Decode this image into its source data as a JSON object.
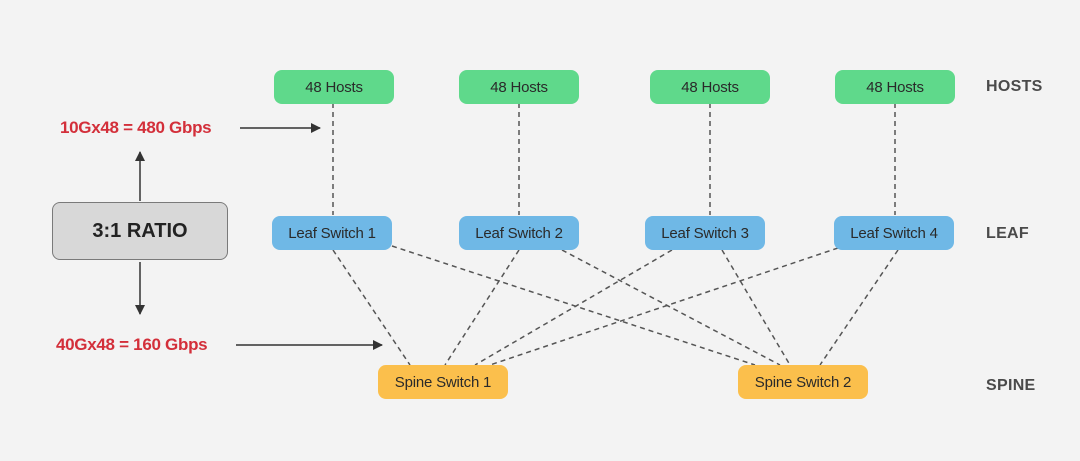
{
  "hosts": [
    {
      "label": "48 Hosts"
    },
    {
      "label": "48 Hosts"
    },
    {
      "label": "48 Hosts"
    },
    {
      "label": "48 Hosts"
    }
  ],
  "leaves": [
    {
      "label": "Leaf Switch 1"
    },
    {
      "label": "Leaf Switch 2"
    },
    {
      "label": "Leaf Switch 3"
    },
    {
      "label": "Leaf Switch 4"
    }
  ],
  "spines": [
    {
      "label": "Spine Switch 1"
    },
    {
      "label": "Spine Switch 2"
    }
  ],
  "tiers": {
    "hosts": "HOSTS",
    "leaf": "LEAF",
    "spine": "SPINE"
  },
  "downlink_rate": "10Gx48 = 480 Gbps",
  "uplink_rate": "40Gx48 = 160 Gbps",
  "ratio": "3:1 RATIO",
  "colors": {
    "host": "#5fd98b",
    "leaf": "#6fb8e6",
    "spine": "#fbbf4c",
    "rate_text": "#d32f3a",
    "link": "#555555"
  }
}
